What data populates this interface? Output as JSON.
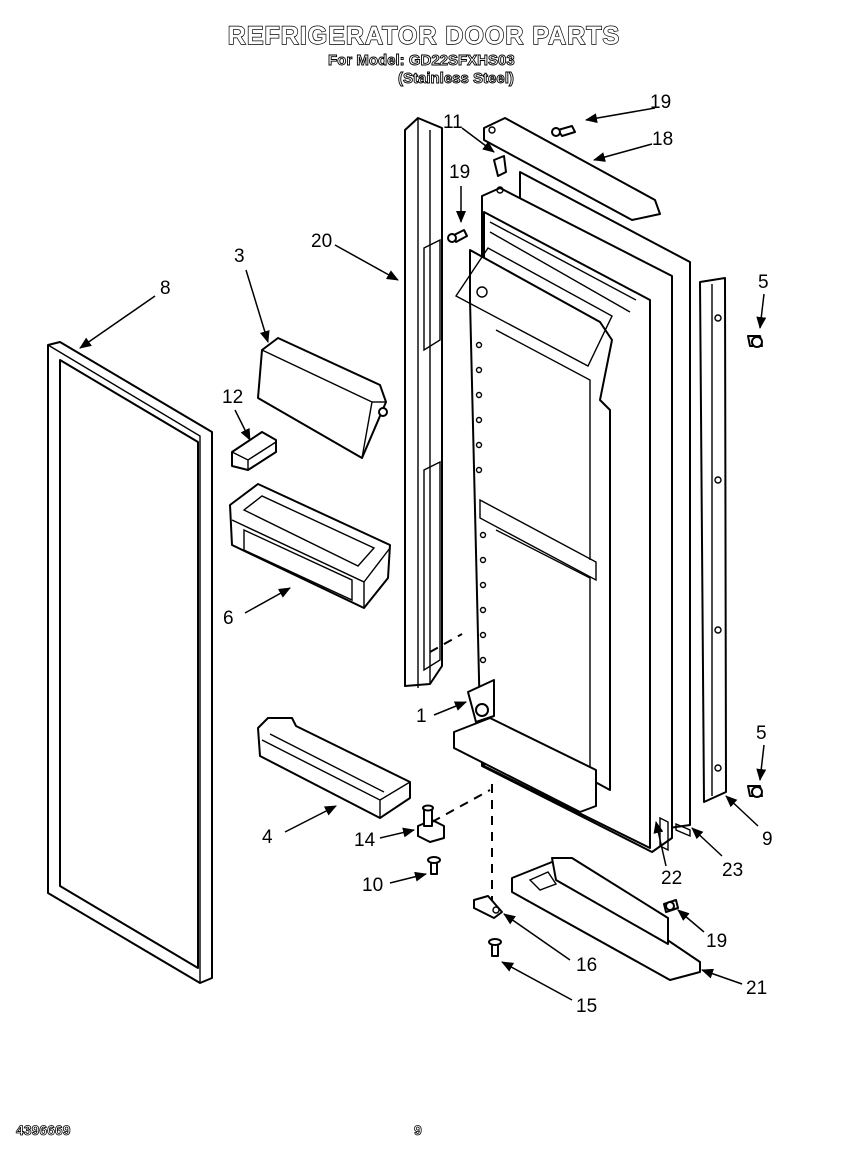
{
  "header": {
    "title": "REFRIGERATOR DOOR PARTS",
    "model_line": "For Model: GD22SFXHS03",
    "finish_line": "(Stainless Steel)"
  },
  "footer": {
    "doc_number": "4396669",
    "page_number": "9"
  },
  "callouts": {
    "c1": "1",
    "c3": "3",
    "c4": "4",
    "c5a": "5",
    "c5b": "5",
    "c6": "6",
    "c8": "8",
    "c9": "9",
    "c10": "10",
    "c11": "11",
    "c12": "12",
    "c14": "14",
    "c15": "15",
    "c16": "16",
    "c18": "18",
    "c19a": "19",
    "c19b": "19",
    "c19c": "19",
    "c20": "20",
    "c21": "21",
    "c22": "22",
    "c23": "23"
  }
}
